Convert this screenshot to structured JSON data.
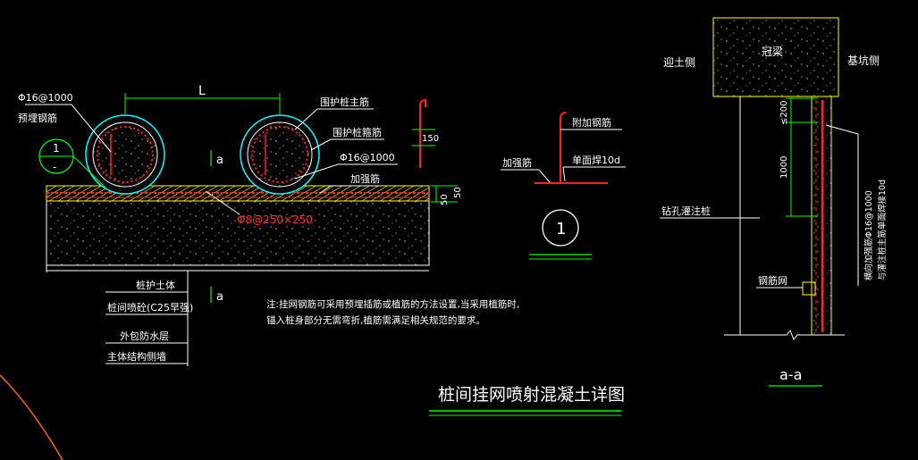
{
  "colors": {
    "background": "#000000",
    "leader": "#ffffff",
    "dimension": "#00ff00",
    "rebar": "#ff2020",
    "pile_outline": "#00ffff",
    "concrete": "#ffff00",
    "arc": "#ff6600"
  },
  "plan": {
    "dim_L": "L",
    "phi16_left": "Φ16@1000",
    "embedded_bar": "预埋钢筋",
    "detail_marker_top": "1",
    "detail_marker_bottom": "-",
    "pile_main_bar": "围护桩主筋",
    "pile_stirrup": "围护桩箍筋",
    "phi16_right": "Φ16@1000",
    "strengthen_bar": "加强筋",
    "mesh": "Φ8@250×250",
    "dim_50_right": "50",
    "dim_50_left": "50",
    "section_mark_top": "a",
    "section_mark_bottom": "a",
    "layers": [
      "桩护土体",
      "桩间喷砼(C25早强)",
      "外包防水层",
      "主体结构侧墙"
    ],
    "note_line1": "注:挂网钢筋可采用预埋插筋或植筋的方法设置,当采用植筋时,",
    "note_line2": "锚入桩身部分无需弯折,植筋需满足相关规范的要求。"
  },
  "hook": {
    "dim_150": "150"
  },
  "detail1": {
    "additional_bar": "附加钢筋",
    "strengthen_bar": "加强筋",
    "weld": "单面焊10d",
    "circle_label": "1"
  },
  "section": {
    "crown_beam": "冠梁",
    "soil_side": "迎土侧",
    "pit_side": "基坑侧",
    "dim_le200": "≤200",
    "dim_1000": "1000",
    "bored_pile": "钻孔灌注桩",
    "mesh": "钢筋网",
    "vertical_bar_line1": "横向加强筋Φ16@1000",
    "vertical_bar_line2": "与灌注桩主筋单面焊接10d",
    "section_title": "a-a"
  },
  "drawing_title": "桩间挂网喷射混凝土详图"
}
